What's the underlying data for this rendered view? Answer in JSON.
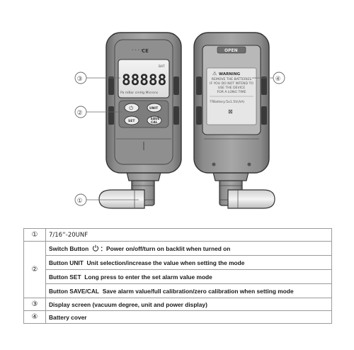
{
  "diagram": {
    "callouts": [
      "③",
      "②",
      "①",
      "④"
    ],
    "display_digits": "88888",
    "display_icon": "BAT",
    "display_units": "Pa  mBar  cmHg  Microns",
    "buttons": {
      "power": "⏻",
      "unit": "UNIT",
      "set": "SET",
      "save_cal": "SAVE\nCAL"
    },
    "back_label": "OPEN",
    "warning_title": "WARNING",
    "warning_lines": [
      "REMOVE THE BATTERIES",
      "IF YOU DO NOT INTEND TO",
      "USE THE DEVICE",
      "FOR A LONG TIME"
    ],
    "battery_text": "Battery:5x1.5V(AA)"
  },
  "legend": {
    "rows": [
      {
        "num": "①",
        "text": "7/16''-20UNF"
      },
      {
        "num": "②",
        "items": [
          {
            "label": "Switch Button",
            "icon": "power-icon",
            "desc": "：Power on/off/turn on backlit when turned on"
          },
          {
            "label": "Button UNIT",
            "desc": "Unit selection/increase the value when setting the mode"
          },
          {
            "label": "Button SET",
            "desc": "Long press to enter the set alarm value mode"
          },
          {
            "label": "Button SAVE/CAL",
            "desc": "Save alarm value/full calibration/zero calibration when setting mode"
          }
        ]
      },
      {
        "num": "③",
        "text": "Display screen (vacuum degree, unit and power display)"
      },
      {
        "num": "④",
        "text": "Battery cover"
      }
    ]
  }
}
